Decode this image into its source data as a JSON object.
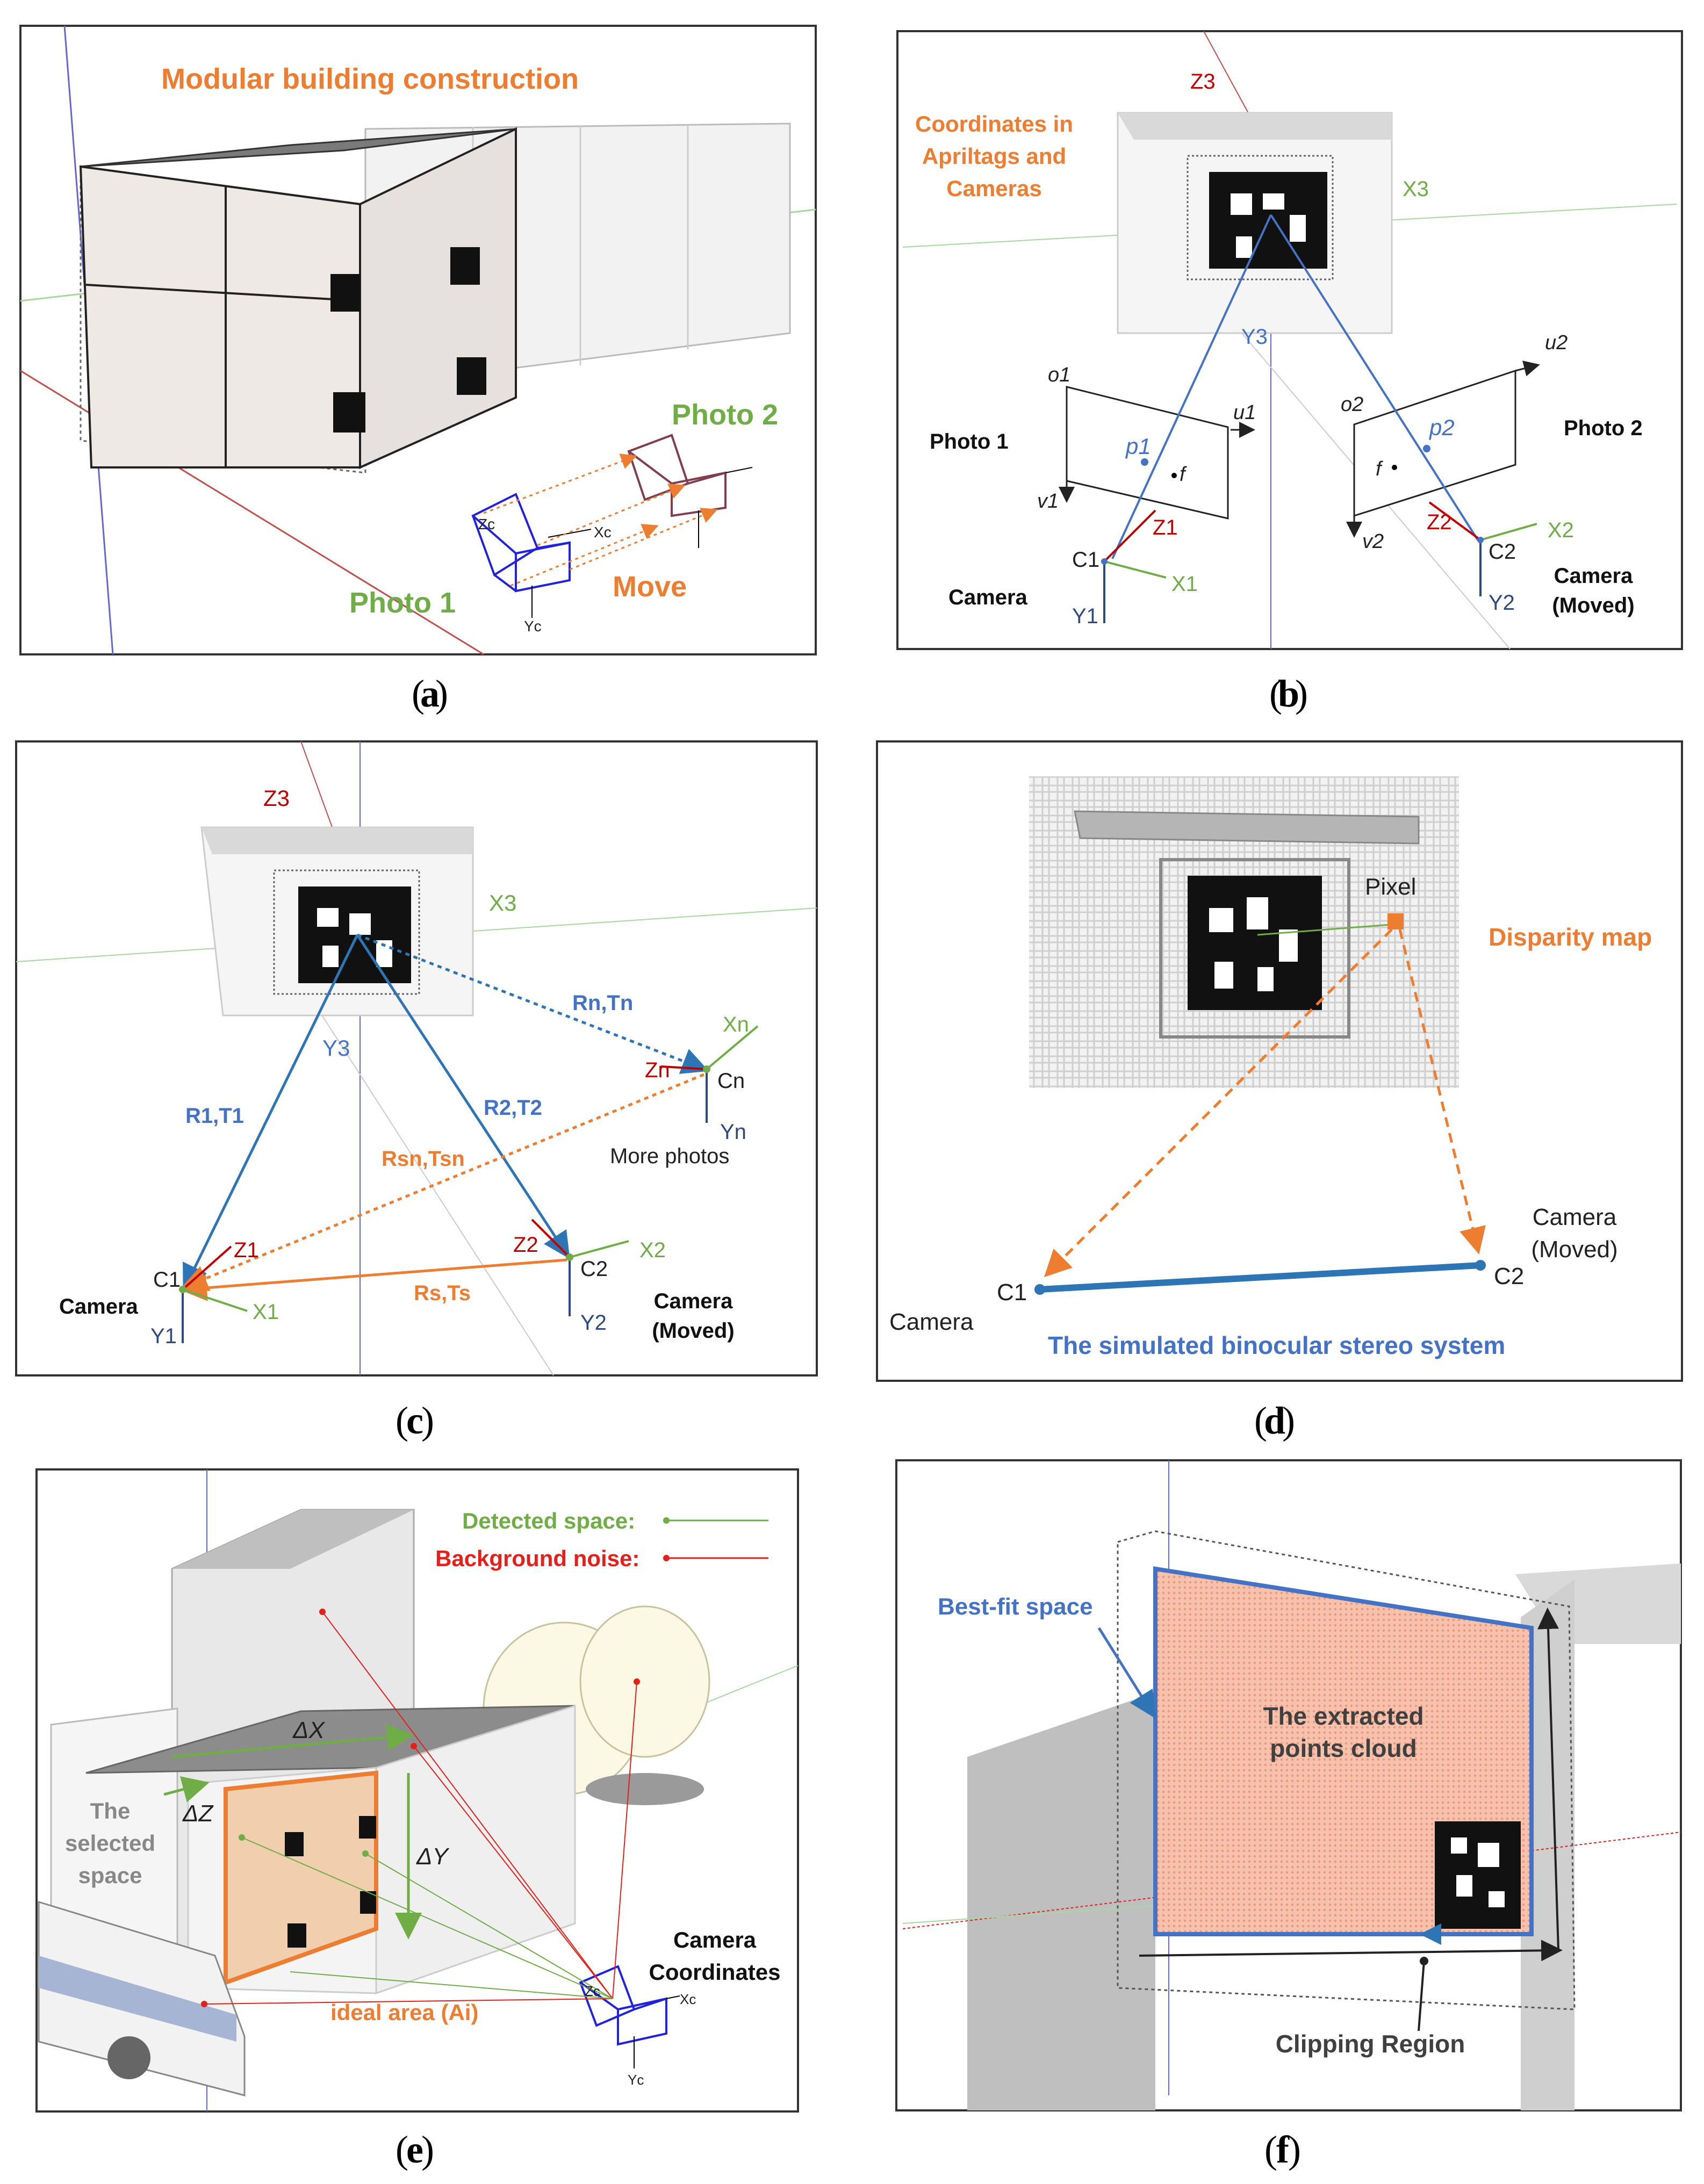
{
  "captions": {
    "a": "a",
    "b": "b",
    "c": "c",
    "d": "d",
    "e": "e",
    "f": "f"
  },
  "colors": {
    "orange": "#ED7D31",
    "green": "#70AD47",
    "blue": "#4472C4",
    "red": "#C00000",
    "black": "#000000",
    "box_fill": "#EDE8E6",
    "cloud_fill": "#F4B8A0"
  },
  "panel_a": {
    "title": "Modular building construction",
    "photo1": "Photo 1",
    "photo2": "Photo 2",
    "move": "Move",
    "axis_xc": "Xc",
    "axis_yc": "Yc",
    "axis_zc": "Zc"
  },
  "panel_b": {
    "title_line1": "Coordinates in",
    "title_line2": "Apriltags and",
    "title_line3": "Cameras",
    "z3": "Z3",
    "x3": "X3",
    "y3": "Y3",
    "o1": "o1",
    "u1": "u1",
    "v1": "v1",
    "p1": "p1",
    "f1": "f",
    "o2": "o2",
    "u2": "u2",
    "v2": "v2",
    "p2": "p2",
    "f2": "f",
    "photo1": "Photo 1",
    "photo2": "Photo 2",
    "c1": "C1",
    "x1": "X1",
    "y1": "Y1",
    "z1": "Z1",
    "c2": "C2",
    "x2": "X2",
    "y2": "Y2",
    "z2": "Z2",
    "camera": "Camera",
    "camera_moved_1": "Camera",
    "camera_moved_2": "(Moved)"
  },
  "panel_c": {
    "z3": "Z3",
    "x3": "X3",
    "y3": "Y3",
    "r1t1": "R1,T1",
    "r2t2": "R2,T2",
    "rntn": "Rn,Tn",
    "rsntsn": "Rsn,Tsn",
    "rsts": "Rs,Ts",
    "c1": "C1",
    "x1": "X1",
    "y1": "Y1",
    "z1": "Z1",
    "c2": "C2",
    "x2": "X2",
    "y2": "Y2",
    "z2": "Z2",
    "cn": "Cn",
    "xn": "Xn",
    "yn": "Yn",
    "zn": "Zn",
    "more_photos": "More photos",
    "camera": "Camera",
    "camera_moved_1": "Camera",
    "camera_moved_2": "(Moved)"
  },
  "panel_d": {
    "pixel": "Pixel",
    "disparity_map": "Disparity map",
    "c1": "C1",
    "c2": "C2",
    "camera": "Camera",
    "camera_moved_1": "Camera",
    "camera_moved_2": "(Moved)",
    "stereo": "The simulated binocular stereo system"
  },
  "panel_e": {
    "detected": "Detected space:",
    "noise": "Background noise:",
    "dx": "ΔX",
    "dy": "ΔY",
    "dz": "ΔZ",
    "selected_1": "The",
    "selected_2": "selected",
    "selected_3": "space",
    "ideal": "ideal area (Ai)",
    "camera_coord_1": "Camera",
    "camera_coord_2": "Coordinates",
    "axis_xc": "Xc",
    "axis_yc": "Yc",
    "axis_zc": "Zc"
  },
  "panel_f": {
    "best_fit": "Best-fit space",
    "cloud_1": "The extracted",
    "cloud_2": "points cloud",
    "clipping": "Clipping Region"
  }
}
